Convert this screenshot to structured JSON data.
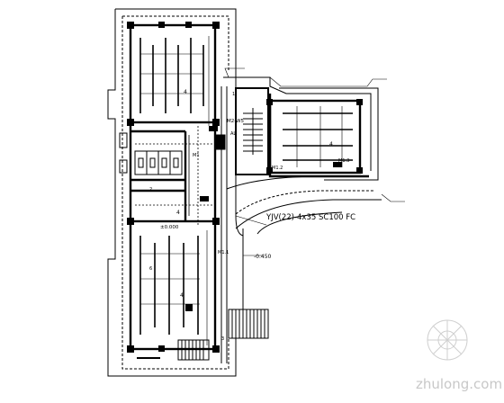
{
  "labels": {
    "feeder_cable": "YJV(22)-4x35 SC100 FC",
    "level_main": "±0.000",
    "level_outdoor": "-0.450",
    "box_tag": "M2-W5",
    "tag_m1": "M1",
    "tag_m12": "M1.2",
    "tag_m13": "M1.3",
    "tag_m11": "M1.1",
    "tag_al": "AL",
    "num_4": "4",
    "num_1": "1",
    "num_2": "2",
    "num_3": "3",
    "num_6": "6"
  },
  "watermark": {
    "brand": "zhulong.com"
  },
  "colors": {
    "line": "#000000",
    "watermark": "#c8c8c8"
  }
}
